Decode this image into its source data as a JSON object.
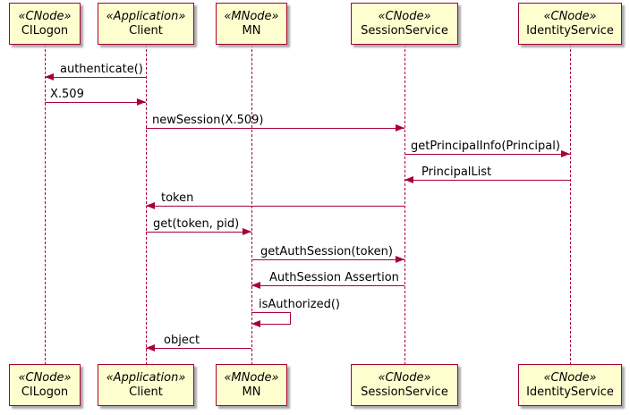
{
  "diagram_type": "uml-sequence-diagram",
  "colors": {
    "line": "#a80036",
    "participant_fill": "#fefece",
    "text": "#000000",
    "background": "#ffffff"
  },
  "participants": [
    {
      "stereotype": "«CNode»",
      "name": "CILogon"
    },
    {
      "stereotype": "«Application»",
      "name": "Client"
    },
    {
      "stereotype": "«MNode»",
      "name": "MN"
    },
    {
      "stereotype": "«CNode»",
      "name": "SessionService"
    },
    {
      "stereotype": "«CNode»",
      "name": "IdentityService"
    }
  ],
  "messages": [
    {
      "from": "Client",
      "to": "CILogon",
      "label": "authenticate()"
    },
    {
      "from": "CILogon",
      "to": "Client",
      "label": "X.509"
    },
    {
      "from": "Client",
      "to": "SessionService",
      "label": "newSession(X.509)"
    },
    {
      "from": "SessionService",
      "to": "IdentityService",
      "label": "getPrincipalInfo(Principal)"
    },
    {
      "from": "IdentityService",
      "to": "SessionService",
      "label": "PrincipalList"
    },
    {
      "from": "SessionService",
      "to": "Client",
      "label": "token"
    },
    {
      "from": "Client",
      "to": "MN",
      "label": "get(token, pid)"
    },
    {
      "from": "MN",
      "to": "SessionService",
      "label": "getAuthSession(token)"
    },
    {
      "from": "SessionService",
      "to": "MN",
      "label": "AuthSession Assertion"
    },
    {
      "from": "MN",
      "to": "MN",
      "label": "isAuthorized()",
      "self": true
    },
    {
      "from": "MN",
      "to": "Client",
      "label": "object"
    }
  ]
}
